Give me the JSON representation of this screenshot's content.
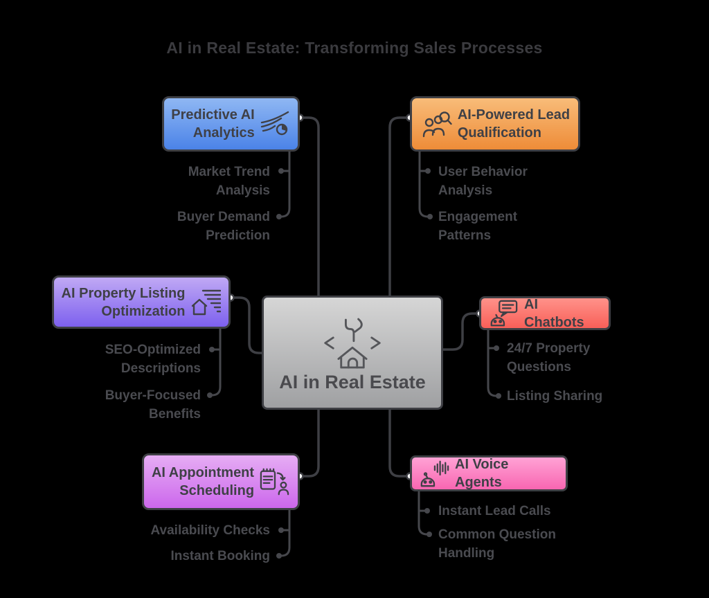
{
  "title": "AI in Real Estate: Transforming Sales Processes",
  "center": {
    "label": "AI in Real Estate",
    "icon": "ai-house-code-icon"
  },
  "colors": {
    "background": "#000000",
    "connector": "#3E3F44",
    "title_text": "#3B3B3F",
    "node_text": "#3F4046",
    "sub_text": "#4A4B50",
    "center_gradient": [
      "#D6D6D6",
      "#9FA0A2"
    ],
    "blue": [
      "#8FB7F3",
      "#4B83E8"
    ],
    "orange": [
      "#F8BC79",
      "#EE8C38"
    ],
    "purple": [
      "#C0A9F4",
      "#7D60EF"
    ],
    "red": [
      "#FF928A",
      "#F85F58"
    ],
    "magenta": [
      "#E6ADF4",
      "#CC67EC"
    ],
    "pink": [
      "#FFA2D5",
      "#F866B1"
    ]
  },
  "branches": [
    {
      "id": "predictive-ai-analytics",
      "icon": "predictive-analytics-icon",
      "label_lines": [
        "Predictive AI",
        "Analytics"
      ],
      "children": [
        "Market Trend Analysis",
        "Buyer Demand Prediction"
      ]
    },
    {
      "id": "ai-powered-lead-qualification",
      "icon": "lead-qualification-icon",
      "label_lines": [
        "AI-Powered Lead",
        "Qualification"
      ],
      "children": [
        "User Behavior Analysis",
        "Engagement Patterns"
      ]
    },
    {
      "id": "ai-property-listing-optimization",
      "icon": "listing-optimization-icon",
      "label_lines": [
        "AI Property Listing",
        "Optimization"
      ],
      "children": [
        "SEO-Optimized Descriptions",
        "Buyer-Focused Benefits"
      ]
    },
    {
      "id": "ai-chatbots",
      "icon": "chatbot-icon",
      "label_lines": [
        "AI Chatbots"
      ],
      "children": [
        "24/7 Property Questions",
        "Listing Sharing"
      ]
    },
    {
      "id": "ai-appointment-scheduling",
      "icon": "appointment-scheduling-icon",
      "label_lines": [
        "AI Appointment",
        "Scheduling"
      ],
      "children": [
        "Availability Checks",
        "Instant Booking"
      ]
    },
    {
      "id": "ai-voice-agents",
      "icon": "voice-agent-icon",
      "label_lines": [
        "AI Voice Agents"
      ],
      "children": [
        "Instant Lead Calls",
        "Common Question Handling"
      ]
    }
  ]
}
